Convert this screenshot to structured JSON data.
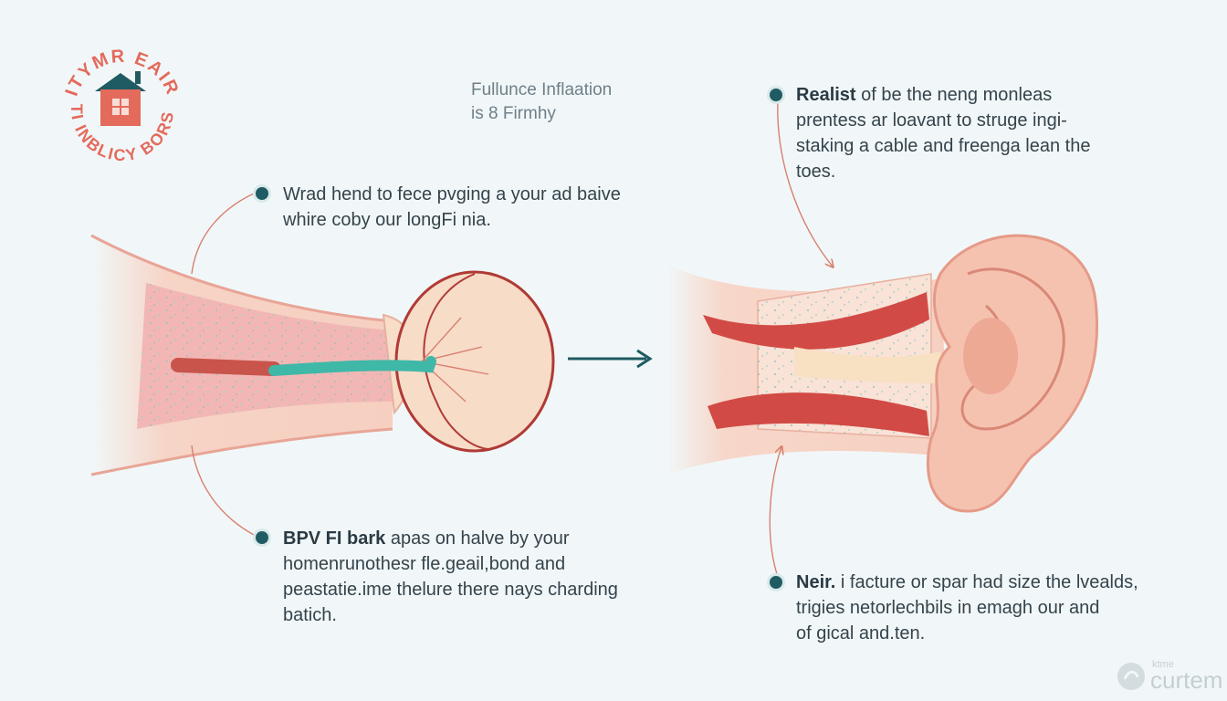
{
  "logo": {
    "arc_top": "ITYMR EAIR",
    "arc_bottom": "ITI INBLICY BORSD",
    "colors": {
      "ring": "#e46a5c",
      "roof": "#1f5b62",
      "house": "#e46a5c"
    }
  },
  "title": {
    "line1": "Fullunce Inflaation",
    "line2": "is 8 Firmhy"
  },
  "callouts": {
    "top_left": {
      "lead": "",
      "lines": [
        "Wrad hend to fece pvging a your ad baive",
        "whire coby our longFi nia."
      ]
    },
    "bottom_left": {
      "lead": "BPV FI bark",
      "lines": [
        " apas on halve by your",
        "homenrunothesr fle.geail,bond and",
        "peastatie.ime thelure there nays charding",
        "batich."
      ]
    },
    "top_right": {
      "lead": "Realist",
      "lines": [
        " of be the neng monleas",
        "prentess ar loavant to struge ingi-",
        "staking a cable and freenga lean the",
        "toes."
      ]
    },
    "bottom_right": {
      "lead": "Neir.",
      "lines": [
        " i facture or spar had size the lvealds,",
        "trigies netorlechbils in emagh our and",
        "of gical and.ten."
      ]
    }
  },
  "watermark": {
    "small": "ktme",
    "big": "curtem"
  },
  "colors": {
    "skin": "#f6cfc0",
    "skin_dark": "#e8a596",
    "canal_pink": "#f2b7b4",
    "muscle_red": "#d24a45",
    "drum_edge": "#b03a35",
    "teal": "#3fb8a8",
    "accent_dark": "#1f5b62",
    "line": "#d8806f"
  }
}
